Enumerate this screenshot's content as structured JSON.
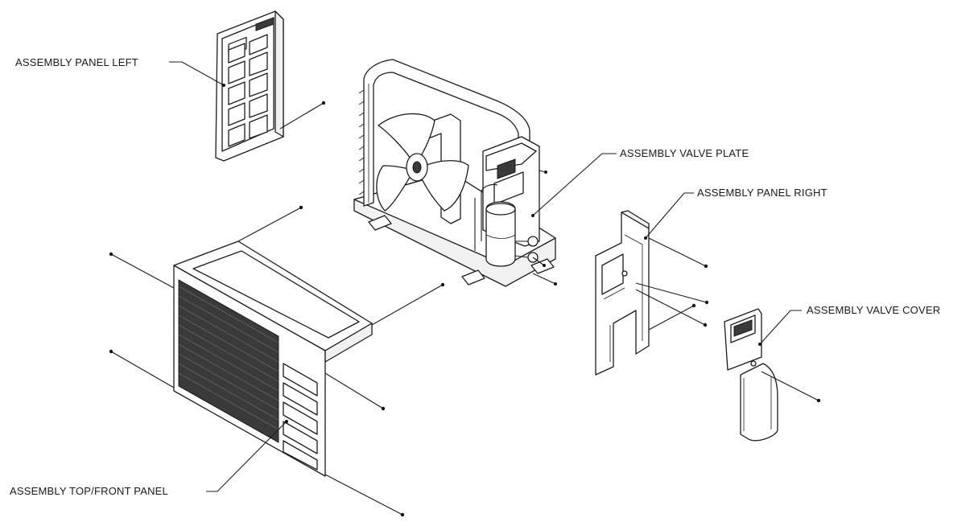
{
  "labels": {
    "panel_left": "ASSEMBLY PANEL LEFT",
    "valve_plate": "ASSEMBLY VALVE PLATE",
    "panel_right": "ASSEMBLY PANEL RIGHT",
    "valve_cover": "ASSEMBLY VALVE COVER",
    "top_front_panel": "ASSEMBLY TOP/FRONT PANEL"
  }
}
